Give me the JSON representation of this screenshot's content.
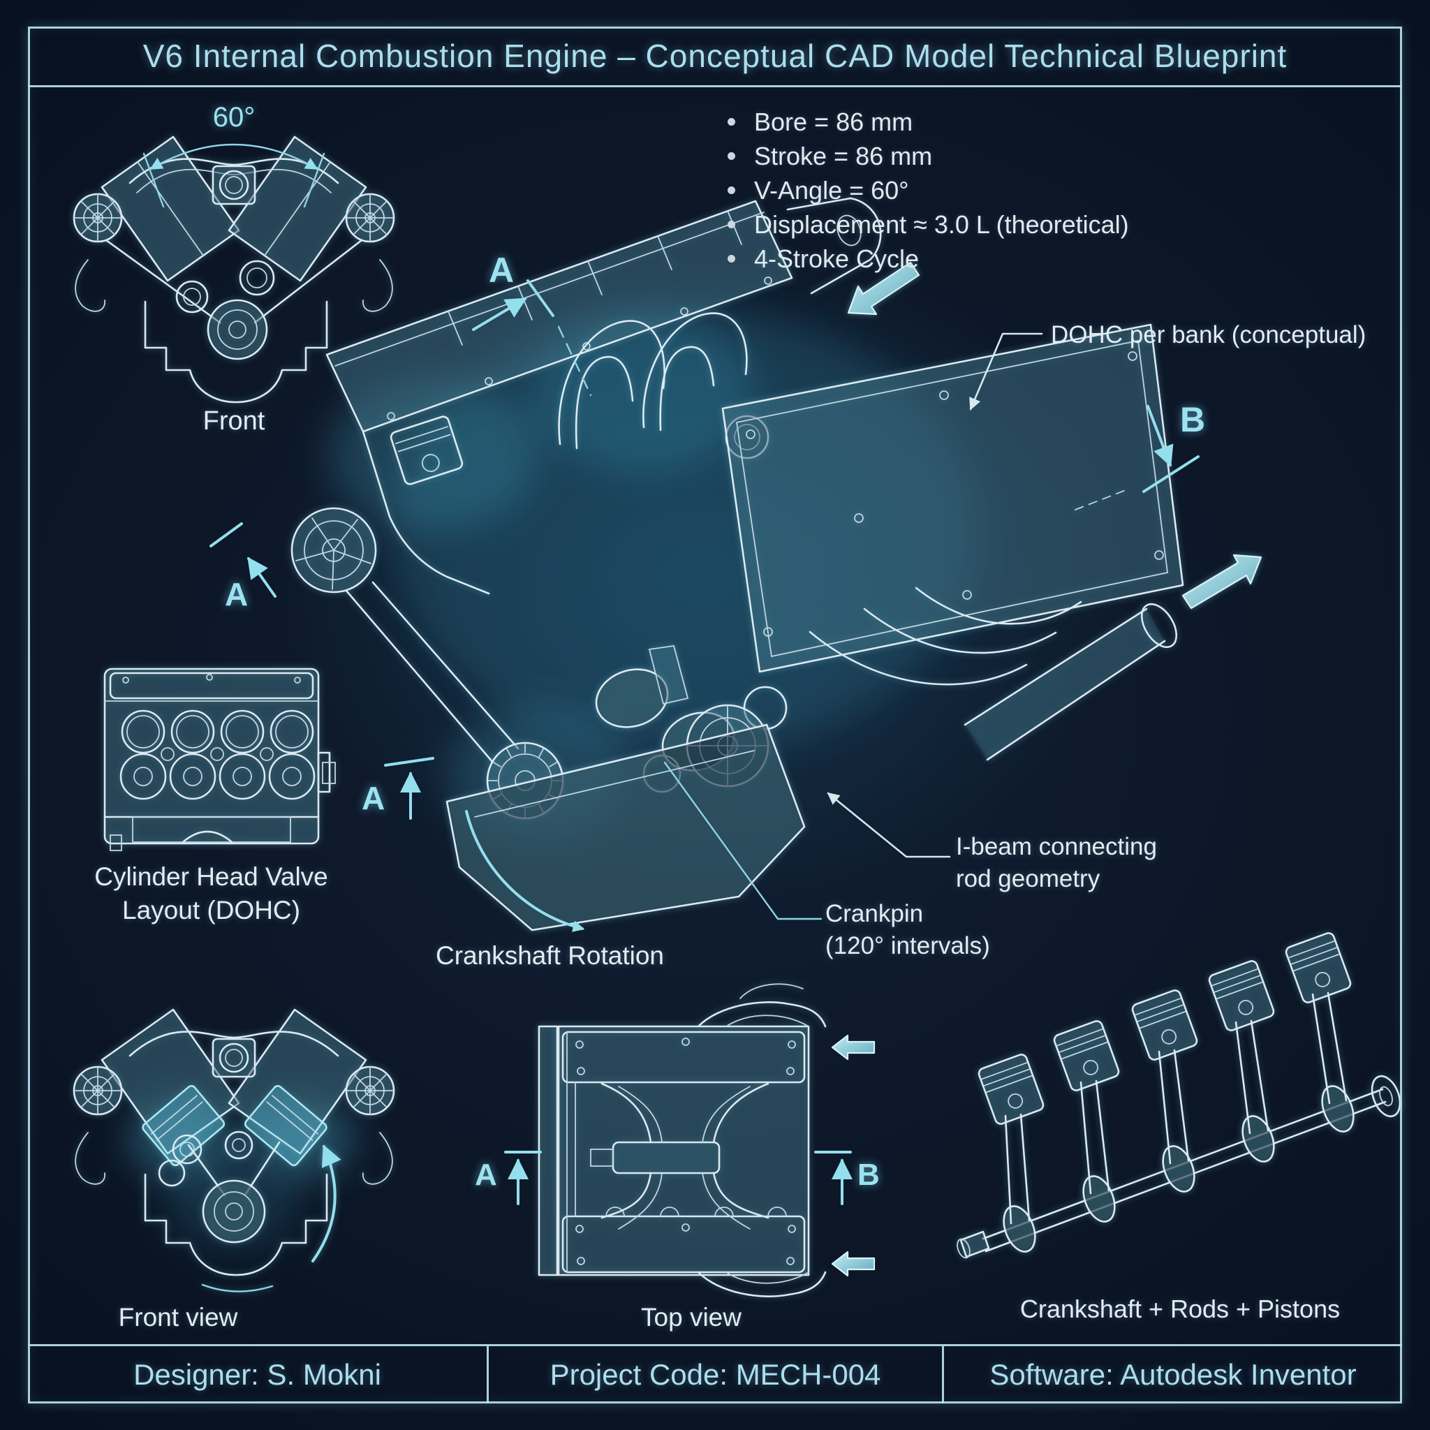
{
  "title": "V6 Internal Combustion Engine – Conceptual CAD Model Technical Blueprint",
  "specs": [
    "Bore = 86 mm",
    "Stroke = 86 mm",
    "V-Angle = 60°",
    "Displacement ≈ 3.0 L (theoretical)",
    "4-Stroke Cycle"
  ],
  "annotations": {
    "v_angle": "60°",
    "dohc": "DOHC per bank (conceptual)",
    "ibeam": [
      "I-beam connecting",
      "rod geometry"
    ],
    "crankpin": [
      "Crankpin",
      "(120° intervals)"
    ],
    "crankshaft_rotation": "Crankshaft Rotation"
  },
  "section_markers": {
    "a": "A",
    "b": "B"
  },
  "view_labels": {
    "front": "Front",
    "cylinder_head": [
      "Cylinder Head Valve",
      "Layout (DOHC)"
    ],
    "front_view": "Front view",
    "top_view": "Top view",
    "crank_assembly": "Crankshaft + Rods + Pistons"
  },
  "footer": {
    "designer": "Designer: S. Mokni",
    "project_code": "Project Code: MECH-004",
    "software": "Software: Autodesk Inventor"
  },
  "colors": {
    "background": "#0c1728",
    "line_white": "#dce9f1",
    "accent_cyan": "#93dfee",
    "text_light": "#e4ecf2",
    "text_cyan": "#abdeee",
    "glow_teal": "#2e7f9b"
  }
}
